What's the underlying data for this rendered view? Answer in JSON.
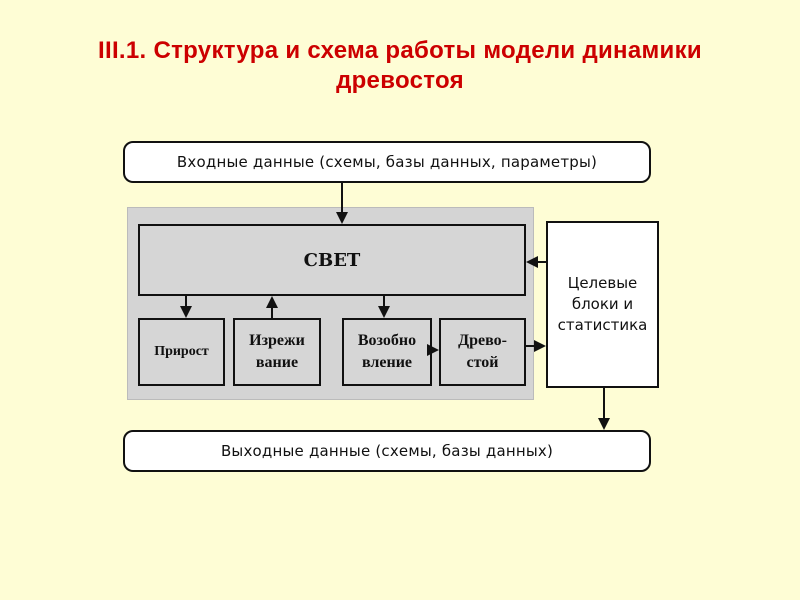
{
  "title": {
    "line1": "III.1.  Структура и схема работы модели динамики",
    "line2": "древостоя"
  },
  "diagram": {
    "input_box": "Входные данные (схемы, базы данных, параметры)",
    "core_box": "СВЕТ",
    "submodules": {
      "growth": "Прирост",
      "thinning_line1": "Изрежи",
      "thinning_line2": "вание",
      "regeneration_line1": "Возобно",
      "regeneration_line2": "вление",
      "stand_line1": "Древо-",
      "stand_line2": "стой"
    },
    "target_box": {
      "line1": "Целевые",
      "line2": "блоки и",
      "line3": "статистика"
    },
    "output_box": "Выходные данные (схемы, базы данных)"
  }
}
